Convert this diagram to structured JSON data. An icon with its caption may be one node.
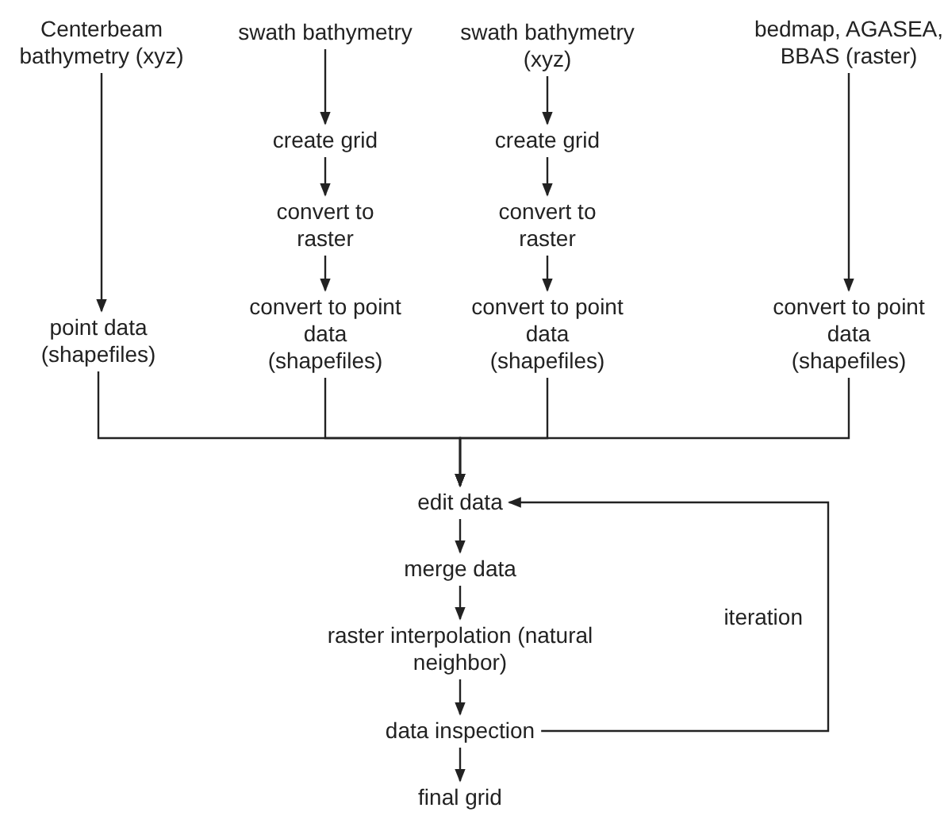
{
  "diagram": {
    "nodes": [
      {
        "text": [
          "Centerbeam bathymetry (xyz)"
        ]
      },
      {
        "text": [
          "swath bathymetry"
        ]
      },
      {
        "text": [
          "create grid"
        ]
      },
      {
        "text": [
          "convert to raster"
        ]
      },
      {
        "text": [
          "convert to point data (shapefiles)"
        ]
      },
      {
        "text": [
          "swath bathymetry (xyz)"
        ]
      },
      {
        "text": [
          "create grid"
        ]
      },
      {
        "text": [
          "convert to raster"
        ]
      },
      {
        "text": [
          "convert to point data (shapefiles)"
        ]
      },
      {
        "text": [
          "bedmap, AGASEA, BBAS (raster)"
        ]
      },
      {
        "text": [
          "point data (shapefiles)"
        ]
      },
      {
        "text": [
          "convert to point data (shapefiles)"
        ]
      },
      {
        "text": [
          "edit data"
        ]
      },
      {
        "text": [
          "merge data"
        ]
      },
      {
        "text": [
          "raster interpolation (natural neighbor)"
        ]
      },
      {
        "text": [
          "data inspection"
        ]
      },
      {
        "text": [
          "final grid"
        ]
      }
    ],
    "edges": [
      {
        "from": 0,
        "to": 10,
        "arrow": "to"
      },
      {
        "from": 1,
        "to": 2,
        "arrow": "to"
      },
      {
        "from": 2,
        "to": 3,
        "arrow": "to"
      },
      {
        "from": 3,
        "to": 4,
        "arrow": "to"
      },
      {
        "from": 5,
        "to": 6,
        "arrow": "to"
      },
      {
        "from": 6,
        "to": 7,
        "arrow": "to"
      },
      {
        "from": 7,
        "to": 8,
        "arrow": "to"
      },
      {
        "from": 9,
        "to": 11,
        "arrow": "to"
      },
      {
        "from": 10,
        "to": 12,
        "arrow": "to"
      },
      {
        "from": 4,
        "to": 12,
        "arrow": "to"
      },
      {
        "from": 8,
        "to": 12,
        "arrow": "to"
      },
      {
        "from": 11,
        "to": 12,
        "arrow": "to"
      },
      {
        "from": 12,
        "to": 13,
        "arrow": "to"
      },
      {
        "from": 13,
        "to": 14,
        "arrow": "to"
      },
      {
        "from": 14,
        "to": 15,
        "arrow": "to"
      },
      {
        "from": 15,
        "to": 16,
        "arrow": "to"
      },
      {
        "from": 15,
        "to": 12,
        "arrow": "to",
        "label": "iteration"
      }
    ]
  }
}
